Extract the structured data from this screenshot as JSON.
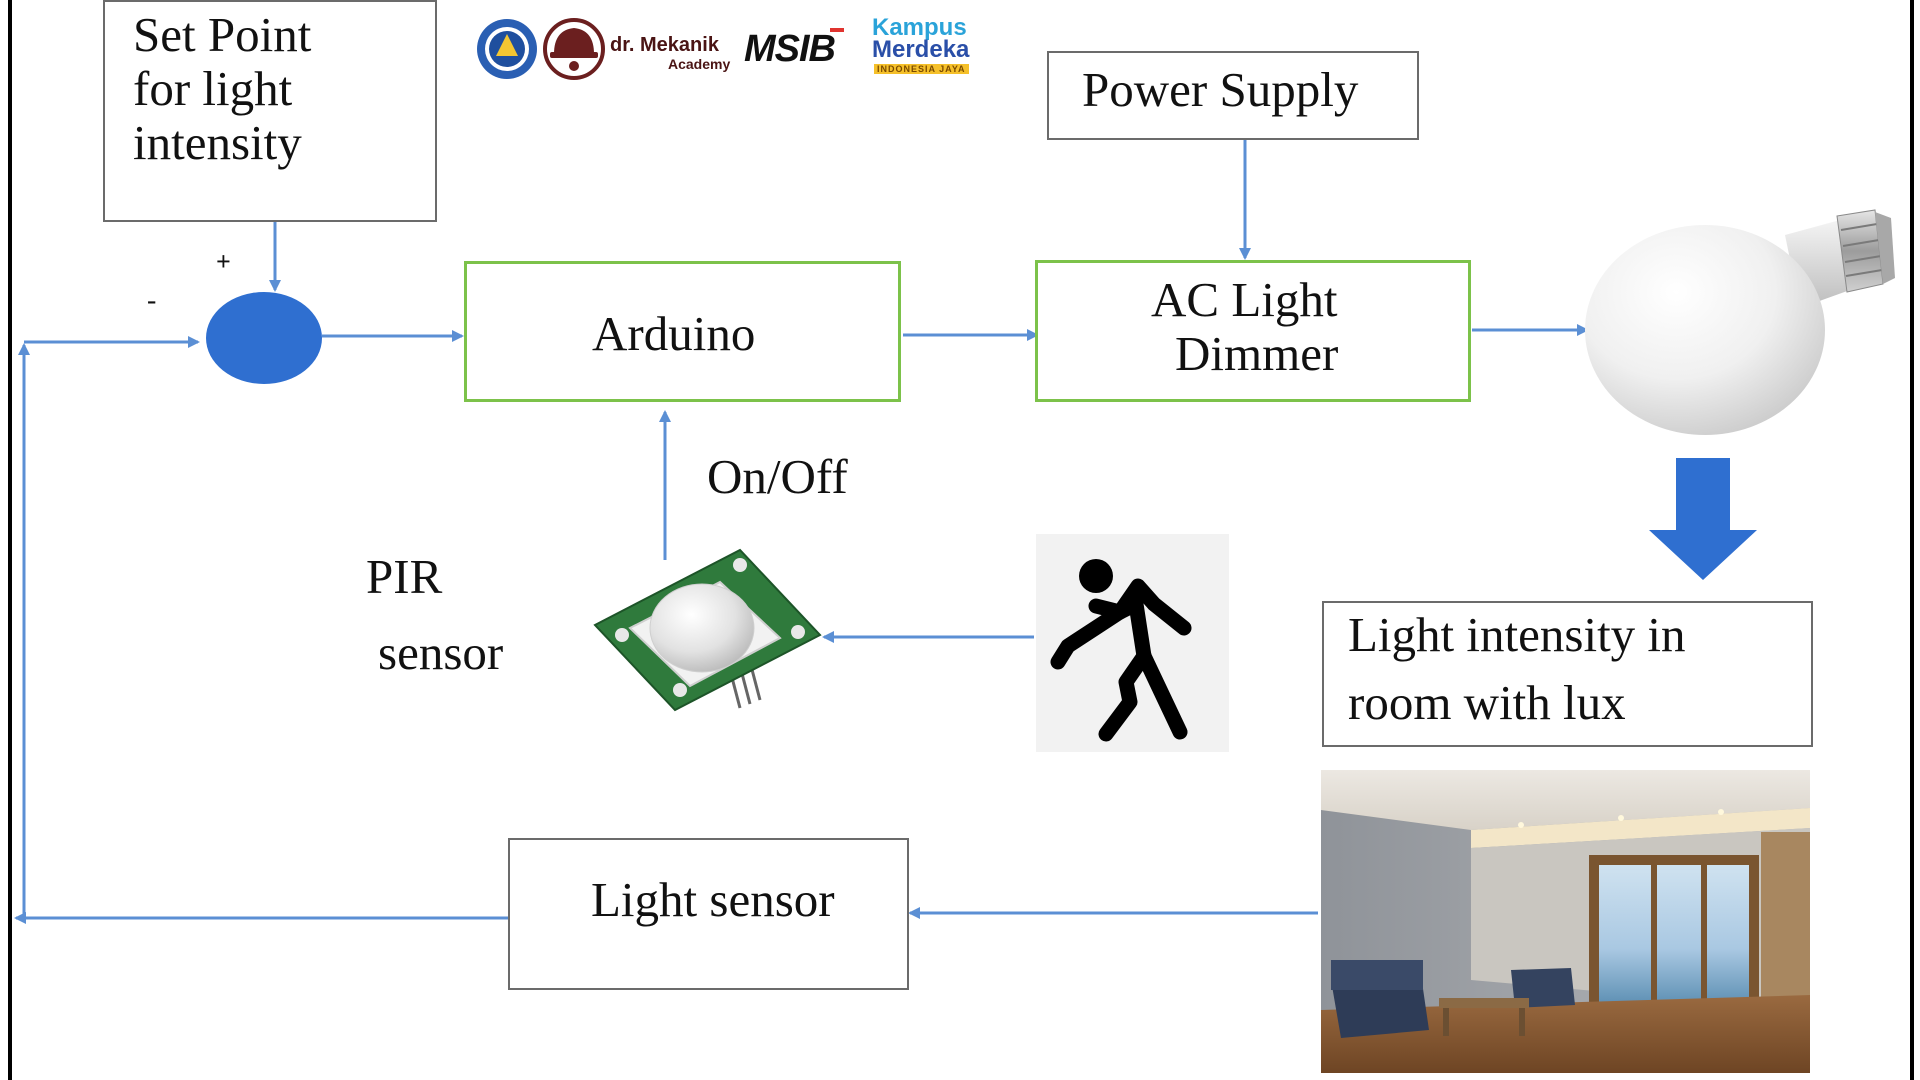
{
  "logos": {
    "mekanik": "dr. Mekanik",
    "mekanik_sub": "Academy",
    "msib": "MSIB",
    "kampus": "Kampus",
    "merdeka": "Merdeka",
    "indonesia": "INDONESIA JAYA"
  },
  "nodes": {
    "set_point": [
      "Set Point",
      "for light",
      "intensity"
    ],
    "plus": "+",
    "minus": "-",
    "arduino": "Arduino",
    "power_supply": "Power Supply",
    "dimmer": [
      "AC Light",
      "Dimmer"
    ],
    "on_off": "On/Off",
    "pir": [
      "PIR",
      "sensor"
    ],
    "light_intensity": [
      "Light intensity in",
      "room with lux"
    ],
    "light_sensor": "Light sensor"
  },
  "colors": {
    "arrow": "#5b8fd4",
    "summing_junction": "#2f6fd0",
    "green_border": "#7cc24a",
    "box_border": "#6b6b6b",
    "big_arrow": "#2f6fd0"
  }
}
